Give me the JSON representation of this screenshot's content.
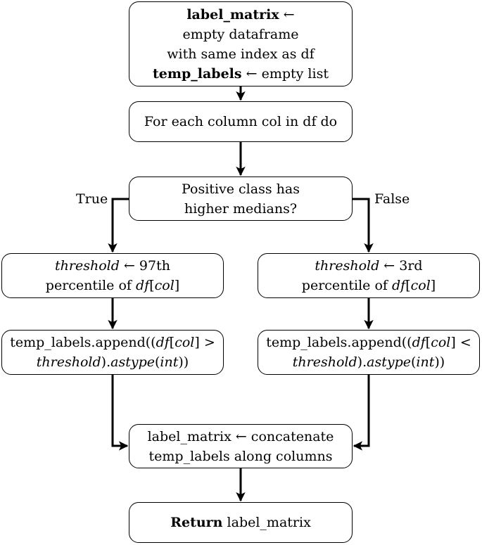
{
  "nodes": {
    "init": {
      "line1_bold": "label_matrix",
      "line1_rest": " ←",
      "line2": "empty dataframe",
      "line3": "with same index as df",
      "line4_bold": "temp_labels",
      "line4_rest": " ← empty list"
    },
    "loop": {
      "text": "For each column col in df do"
    },
    "decision": {
      "line1": "Positive class has",
      "line2": "higher medians?"
    },
    "thresh_true": {
      "var": "threshold",
      "rest": " ← 97th",
      "line2_a": "percentile of ",
      "line2_df": "df",
      "line2_b": "[",
      "line2_col": "col",
      "line2_c": "]"
    },
    "thresh_false": {
      "var": "threshold",
      "rest": " ← 3rd",
      "line2_a": "percentile of ",
      "line2_df": "df",
      "line2_b": "[",
      "line2_col": "col",
      "line2_c": "]"
    },
    "append_true": {
      "a": "temp_labels.append((",
      "df": "df",
      "b": "[",
      "col": "col",
      "c": "] >",
      "thr": "threshold",
      "d": ").",
      "astype": "astype",
      "e": "(",
      "int": "int",
      "f": "))"
    },
    "append_false": {
      "a": "temp_labels.append((",
      "df": "df",
      "b": "[",
      "col": "col",
      "c": "] <",
      "thr": "threshold",
      "d": ").",
      "astype": "astype",
      "e": "(",
      "int": "int",
      "f": "))"
    },
    "concat": {
      "line1": "label_matrix ← concatenate",
      "line2": "temp_labels along columns"
    },
    "ret": {
      "bold": "Return",
      "rest": " label_matrix"
    }
  },
  "edge_labels": {
    "true": "True",
    "false": "False"
  }
}
